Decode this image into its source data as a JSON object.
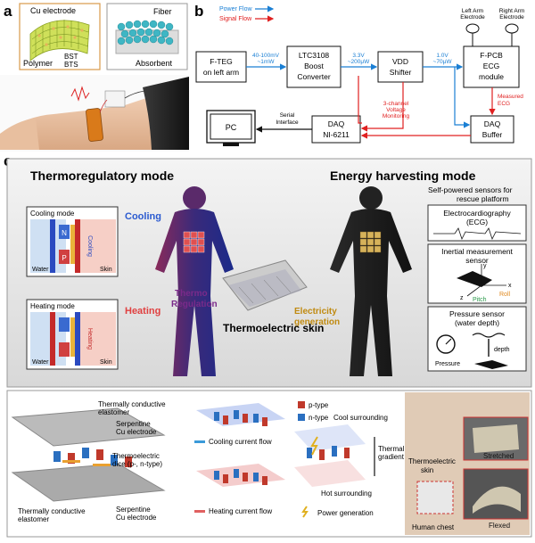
{
  "panel_a": {
    "letter": "a",
    "labels": {
      "cu_electrode": "Cu electrode",
      "polymer": "Polymer",
      "bst": "BST",
      "bts": "BTS",
      "fiber": "Fiber",
      "absorbent": "Absorbent"
    }
  },
  "panel_b": {
    "letter": "b",
    "legend": {
      "power": "Power Flow",
      "signal": "Signal Flow"
    },
    "colors": {
      "power": "#1a7fd4",
      "signal": "#e02020"
    },
    "blocks": {
      "fteg": [
        "F-TEG",
        "on left arm"
      ],
      "boost": [
        "LTC3108",
        "Boost",
        "Converter"
      ],
      "vdd": [
        "VDD",
        "Shifter"
      ],
      "fpcb": [
        "F-PCB",
        "ECG",
        "module"
      ],
      "daq_buffer": [
        "DAQ",
        "Buffer"
      ],
      "daq_ni": [
        "DAQ",
        "NI-6211"
      ],
      "pc": "PC"
    },
    "flows": {
      "fteg_out": [
        "40-100mV",
        "~1mW"
      ],
      "boost_out": [
        "3.3V",
        "~200μW"
      ],
      "vdd_out": [
        "1.0V",
        "~70μW"
      ],
      "monitor": [
        "3-channel",
        "Voltage",
        "Monitoring"
      ],
      "measured": [
        "Measured",
        "ECG"
      ],
      "serial": [
        "Serial",
        "Interface"
      ]
    },
    "electrodes": {
      "left": [
        "Left Arm",
        "Electrode"
      ],
      "right": [
        "Right Arm",
        "Electrode"
      ]
    }
  },
  "panel_c": {
    "letter": "c",
    "left_title": "Thermoregulatory mode",
    "right_title": "Energy harvesting mode",
    "cooling_mode": {
      "title": "Cooling mode",
      "n": "N",
      "p": "P",
      "side_text": "Cooling",
      "water": "Water",
      "skin": "Skin"
    },
    "heating_mode": {
      "title": "Heating mode",
      "side_text": "Heating",
      "water": "Water",
      "skin": "Skin"
    },
    "cooling_label": "Cooling",
    "heating_label": "Heating",
    "thermo_regulation": [
      "Thermo",
      "Regulation"
    ],
    "electricity_generation": [
      "Electricity",
      "generation"
    ],
    "thermoelectric_skin": "Thermoelectric skin",
    "self_powered": [
      "Self-powered sensors for",
      "rescue platform"
    ],
    "ecg_box": [
      "Electrocardiography",
      "(ECG)"
    ],
    "imu_box": {
      "title": [
        "Inertial measurement",
        "sensor"
      ],
      "y": "y",
      "x": "x",
      "z": "z",
      "roll": "Roll",
      "pitch": "Pitch"
    },
    "pressure_box": {
      "title": [
        "Pressure sensor",
        "(water depth)"
      ],
      "pressure": "Pressure",
      "depth": "depth"
    }
  },
  "bottom": {
    "left": {
      "top_elastomer": [
        "Thermally conductive",
        "elastomer"
      ],
      "top_electrode": [
        "Serpentine",
        "Cu electrode"
      ],
      "dice": [
        "Thermoelectric",
        "dice (p-, n-type)"
      ],
      "bottom_elastomer": [
        "Thermally conductive",
        "elastomer"
      ],
      "bottom_electrode": [
        "Serpentine",
        "Cu electrode"
      ]
    },
    "middle": {
      "p_type": "p-type",
      "n_type": "n-type",
      "cool_surrounding": "Cool surrounding",
      "thermal_gradient": [
        "Thermal",
        "gradient"
      ],
      "hot_surrounding": "Hot surrounding",
      "cooling_flow": "Cooling current flow",
      "heating_flow": "Heating current flow",
      "power_generation": "Power generation",
      "colors": {
        "p": "#c0392b",
        "n": "#2a6fc0",
        "cool_flow": "#3a9ad9",
        "heat_flow": "#e06060"
      }
    },
    "right": {
      "thermoelectric_skin": [
        "Thermoelectric",
        "skin"
      ],
      "human_chest": "Human chest",
      "stretched": "Stretched",
      "flexed": "Flexed"
    }
  }
}
